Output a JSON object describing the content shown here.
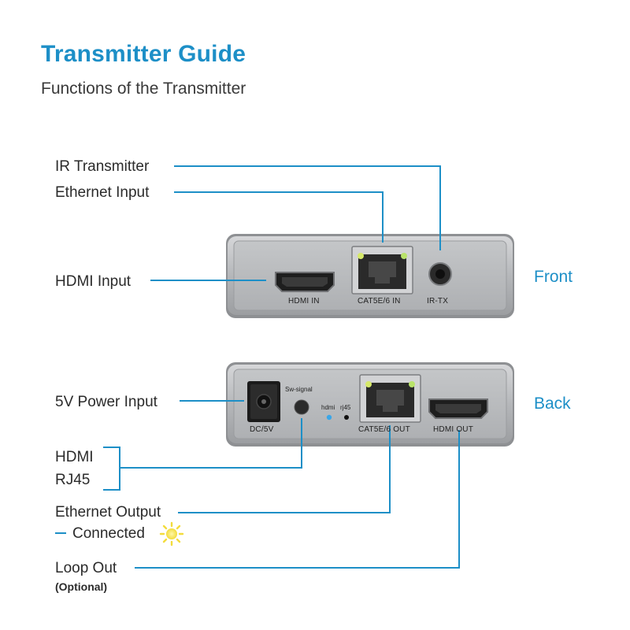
{
  "header": {
    "title": "Transmitter Guide",
    "subtitle": "Functions of the Transmitter"
  },
  "front": {
    "side_label": "Front",
    "callouts": {
      "ir_transmitter": "IR Transmitter",
      "ethernet_input": "Ethernet Input",
      "hdmi_input": "HDMI Input"
    },
    "ports": {
      "hdmi_in": "HDMI IN",
      "cat_in": "CAT5E/6 IN",
      "ir_tx": "IR-TX"
    }
  },
  "back": {
    "side_label": "Back",
    "callouts": {
      "power_input": "5V Power Input",
      "hdmi": "HDMI",
      "rj45": "RJ45",
      "ethernet_output": "Ethernet Output",
      "connected_dash": "–",
      "connected": "Connected",
      "loop_out": "Loop Out",
      "optional": "(Optional)"
    },
    "ports": {
      "dc": "DC/5V",
      "sw_signal": "Sw-signal",
      "hdmi_led": "hdmi",
      "rj45_led": "rj45",
      "cat_out": "CAT5E/6 OUT",
      "hdmi_out": "HDMI OUT"
    }
  },
  "colors": {
    "accent": "#1d8fc7",
    "device_body": "#a9abae",
    "device_face": "#b9bbbe",
    "led_blue": "#3aa6e8",
    "led_green": "#b9e36a",
    "sun": "#f3dc3c"
  },
  "icons": {
    "connected_indicator": "sun-icon"
  }
}
